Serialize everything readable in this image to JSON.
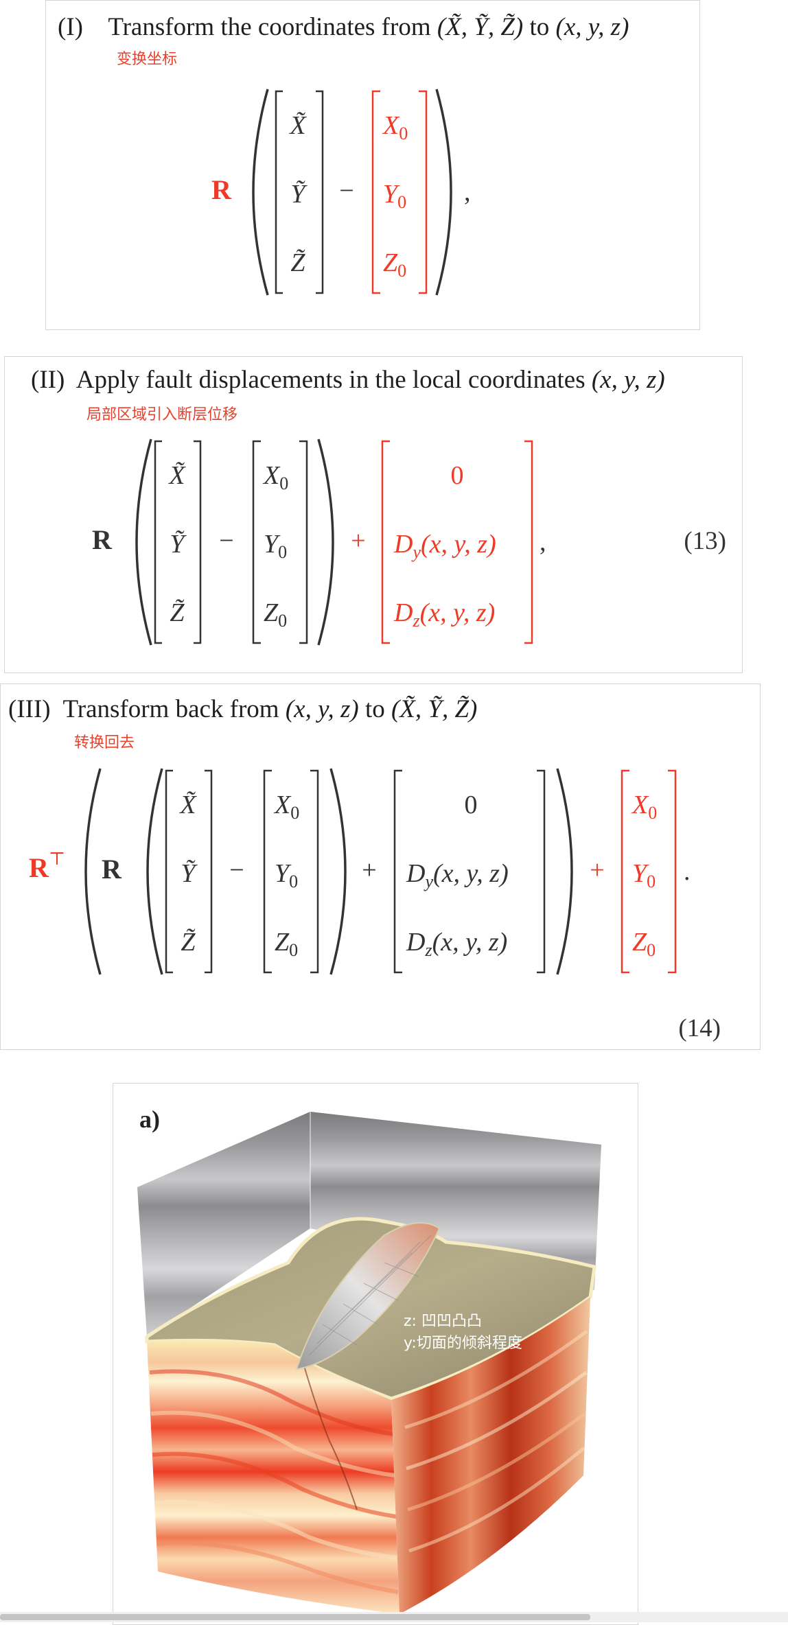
{
  "step1": {
    "number": "(I)",
    "text_prefix": "Transform the coordinates from",
    "from": "(X̃, Ỹ, Z̃)",
    "to_word": "to",
    "to": "(x, y, z)",
    "annotation": "变换坐标"
  },
  "step2": {
    "number": "(II)",
    "text_prefix": "Apply fault displacements in the local coordinates",
    "coords": "(x, y, z)",
    "annotation": "局部区域引入断层位移",
    "equation_number": "(13)"
  },
  "step3": {
    "number": "(III)",
    "text_prefix": "Transform back from",
    "from": "(x, y, z)",
    "to_word": "to",
    "to": "(X̃, Ỹ, Z̃)",
    "annotation": "转换回去",
    "equation_number": "(14)"
  },
  "eq": {
    "R": "R",
    "RT": "R",
    "T": "⊤",
    "Xt": "X̃",
    "Yt": "Ỹ",
    "Zt": "Z̃",
    "X0": "X",
    "Y0": "Y",
    "Z0": "Z",
    "sub0": "0",
    "zero": "0",
    "Dy": "D",
    "Dz": "D",
    "suby": "y",
    "subz": "z",
    "args": "(x, y, z)",
    "minus": "−",
    "plus": "+",
    "comma": ",",
    "period": "."
  },
  "figure": {
    "label": "a)",
    "annotation_line1": "z: 凹凹凸凸",
    "annotation_line2": "y:切面的倾斜程度"
  },
  "colors": {
    "accent_red": "#ee3a26",
    "text": "#1f1f1f",
    "border": "#d4d4d4"
  }
}
